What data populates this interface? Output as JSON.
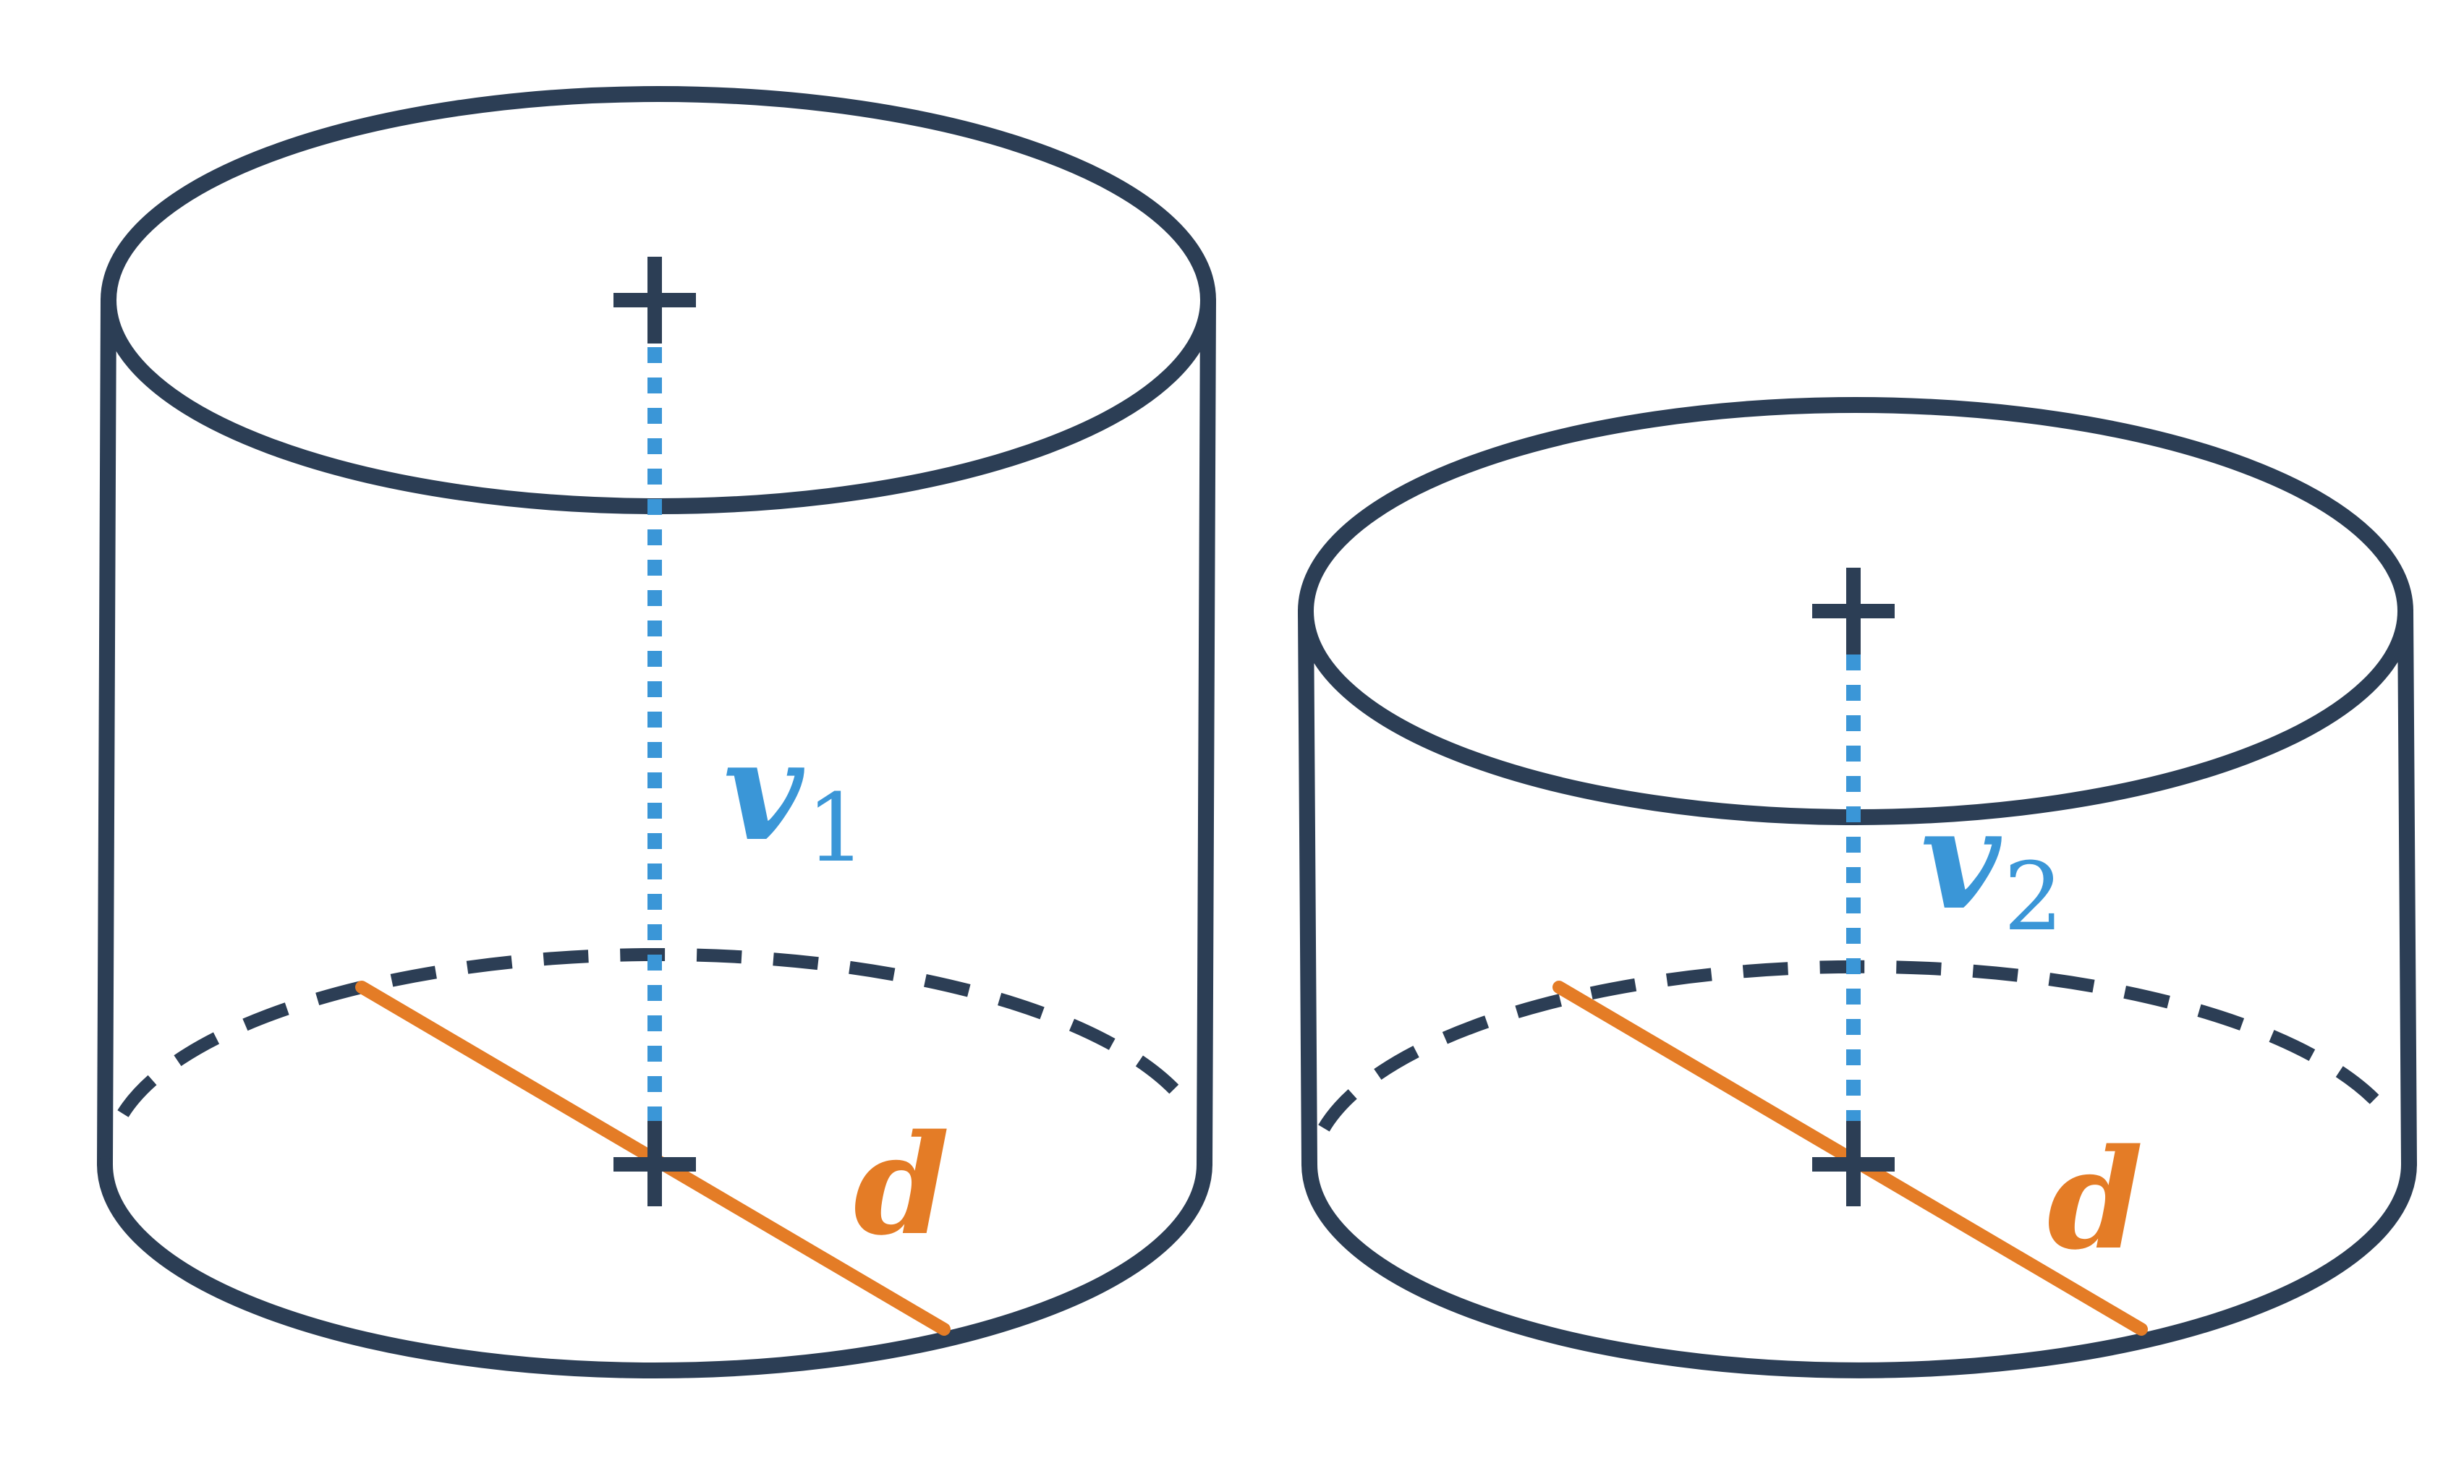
{
  "cylinders": [
    {
      "id": "cylinder-1",
      "height_label": {
        "variable": "v",
        "subscript": "1"
      },
      "diameter_label": "d"
    },
    {
      "id": "cylinder-2",
      "height_label": {
        "variable": "v",
        "subscript": "2"
      },
      "diameter_label": "d"
    }
  ],
  "colors": {
    "outline": "#2c3e55",
    "height": "#3a96d7",
    "diameter": "#e47c26"
  }
}
